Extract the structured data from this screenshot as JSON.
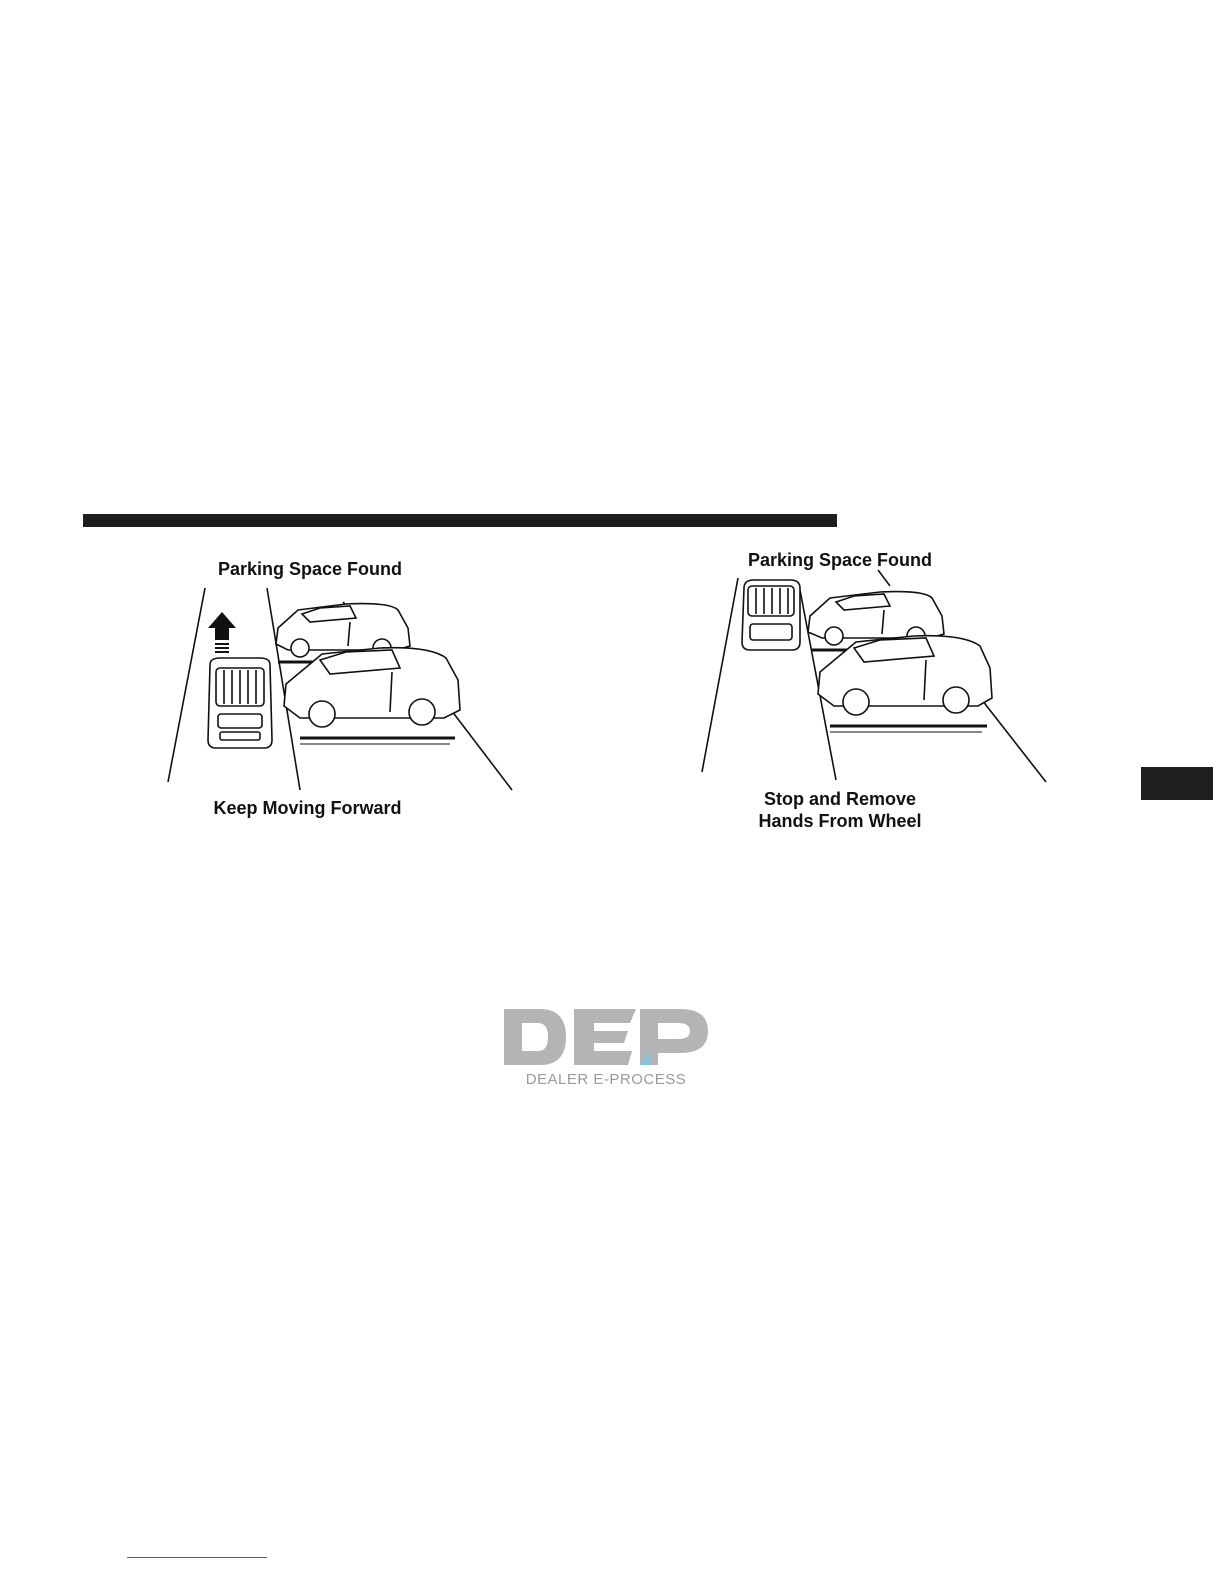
{
  "figure_left": {
    "top_label": "Parking Space Found",
    "bottom_label": "Keep Moving Forward"
  },
  "figure_right": {
    "top_label": "Parking Space Found",
    "bottom_label_line1": "Stop and Remove",
    "bottom_label_line2": "Hands From Wheel"
  },
  "watermark": {
    "letters": "DEP",
    "tagline": "DEALER E-PROCESS"
  },
  "colors": {
    "rule": "#1e1e1e",
    "watermark_gray": "#b4b4b4",
    "watermark_accent": "#7ec8e3"
  }
}
